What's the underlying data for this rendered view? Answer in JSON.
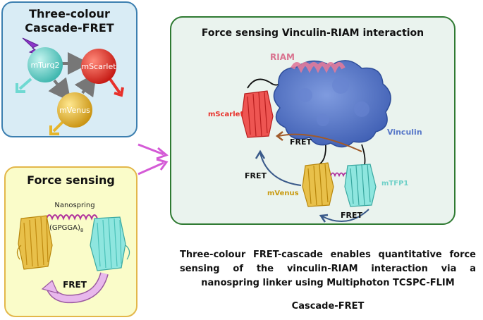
{
  "cascade_panel": {
    "title_line1": "Three-colour",
    "title_line2": "Cascade-FRET",
    "nodes": [
      "mTurq2",
      "mScarlet",
      "mVenus"
    ],
    "colors": {
      "mTurq2": "#6fd9d2",
      "mScarlet": "#e8302a",
      "mVenus": "#e6b52a"
    }
  },
  "force_panel": {
    "title": "Force sensing",
    "nanospring_label": "Nanospring",
    "linker_label": "(GPGGA)",
    "linker_subscript": "8",
    "fret_label": "FRET"
  },
  "vinculin_panel": {
    "title": "Force sensing Vinculin-RIAM interaction",
    "labels": {
      "riam": "RIAM",
      "mscarlet": "mScarlet",
      "vinculin": "Vinculin",
      "mvenus": "mVenus",
      "mtfp1": "mTFP1",
      "fret_top": "FRET",
      "fret_left": "FRET",
      "fret_bottom": "FRET"
    }
  },
  "caption": {
    "text": "Three-colour FRET-cascade enables quantitative force sensing of the vinculin-RIAM interaction via a nanospring linker using Multiphoton TCSPC-FLIM",
    "subtitle": "Cascade-FRET"
  }
}
